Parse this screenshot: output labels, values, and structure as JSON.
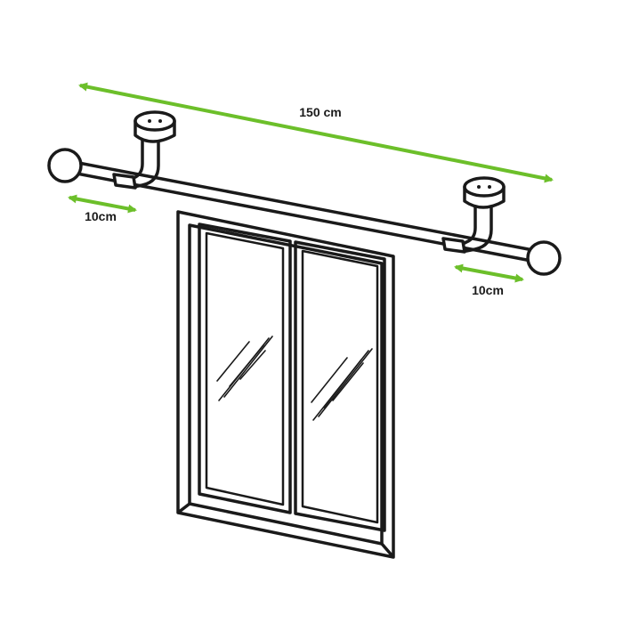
{
  "dimensions": {
    "total_width": "150 cm",
    "left_overhang": "10cm",
    "right_overhang": "10cm"
  },
  "colors": {
    "measure_arrow": "#6cbf2a",
    "outline": "#1a1a1a",
    "background": "#ffffff"
  },
  "icons": {
    "glass_reflection": "glass-shine-icon"
  }
}
